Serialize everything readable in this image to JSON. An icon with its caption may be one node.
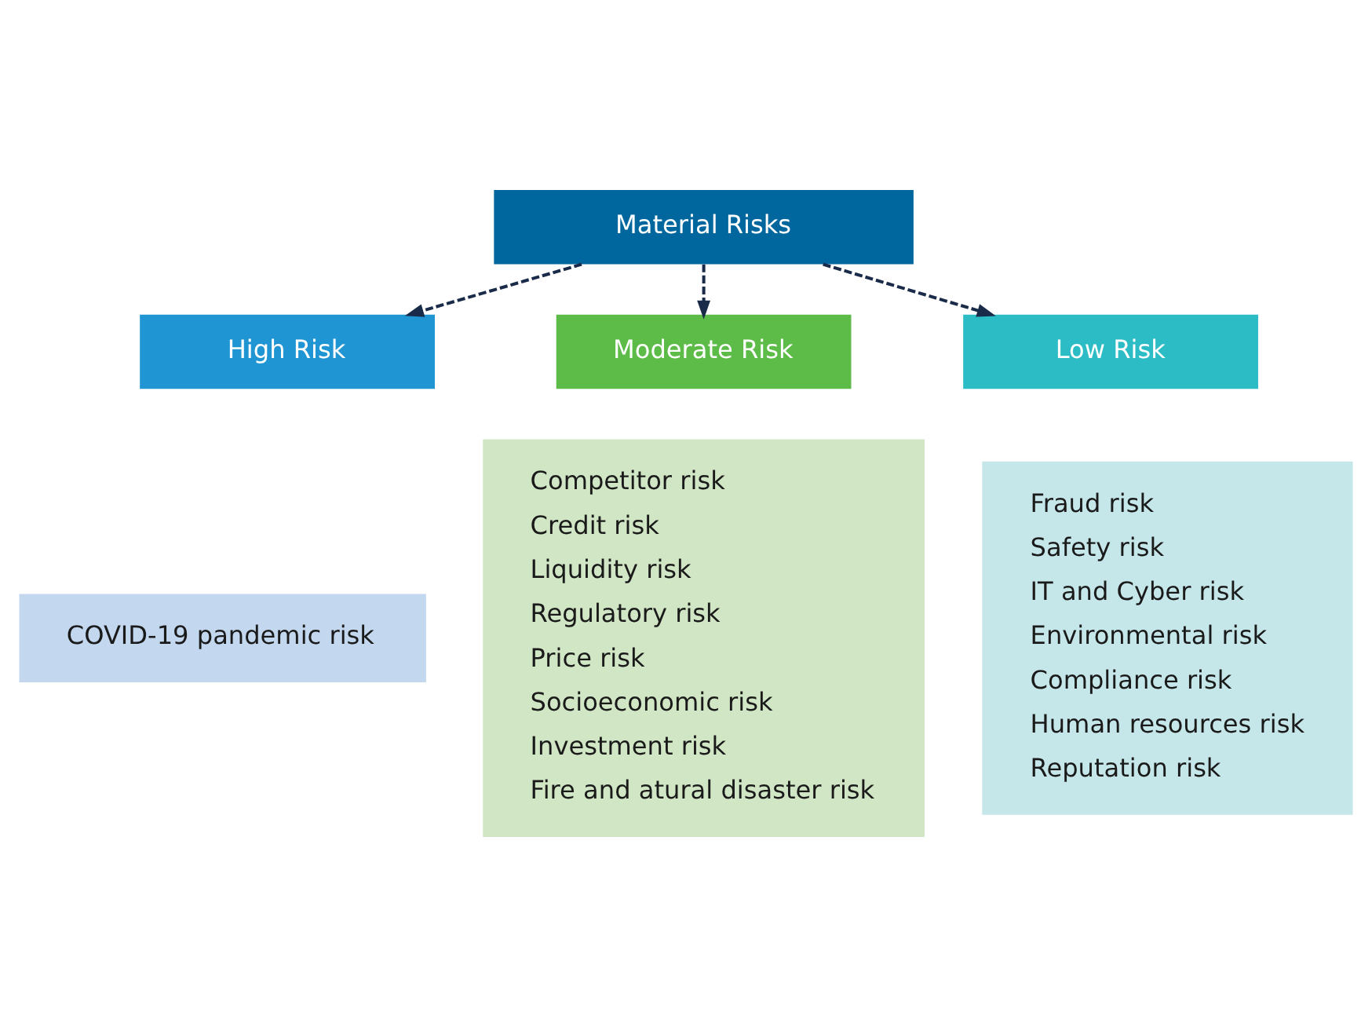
{
  "diagram": {
    "nodes": [
      {
        "text": [
          "Material Risks"
        ]
      },
      {
        "text": [
          "High Risk"
        ]
      },
      {
        "text": [
          "Moderate Risk"
        ]
      },
      {
        "text": [
          "Low Risk"
        ]
      },
      {
        "text": [
          "COVID-19 pandemic risk"
        ]
      },
      {
        "text": [
          "Competitor risk",
          "Credit risk",
          "Liquidity risk",
          "Regulatory risk",
          "Price risk",
          "Socioeconomic risk",
          "Investment risk",
          "Fire and atural disaster risk"
        ]
      },
      {
        "text": [
          "Fraud risk",
          "Safety risk",
          "IT and Cyber risk",
          "Environmental risk",
          "Compliance risk",
          "Human resources risk",
          "Reputation risk"
        ]
      }
    ],
    "edges": [
      {
        "from": 0,
        "to": 1,
        "arrow": "to",
        "style": "dashed"
      },
      {
        "from": 0,
        "to": 2,
        "arrow": "to",
        "style": "dashed"
      },
      {
        "from": 0,
        "to": 3,
        "arrow": "to",
        "style": "dashed"
      }
    ]
  }
}
